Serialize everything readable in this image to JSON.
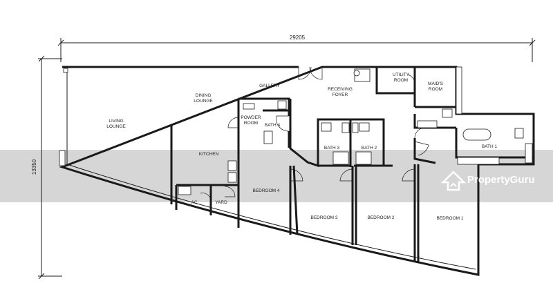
{
  "dimensions": {
    "width": "29205",
    "height": "13350"
  },
  "rooms": {
    "living_lounge": [
      "LIVING",
      "LOUNGE"
    ],
    "dining_lounge": [
      "DINING",
      "LOUNGE"
    ],
    "gallery": "GALLERY",
    "receiving_foyer": [
      "RECEIVING",
      "FOYER"
    ],
    "utility_room": [
      "UTILITY",
      "ROOM"
    ],
    "maids_room": [
      "MAID'S",
      "ROOM"
    ],
    "powder_room": [
      "POWDER",
      "ROOM"
    ],
    "bath_4": "BATH 4",
    "bath_3": "BATH 3",
    "bath_2": "BATH 2",
    "bath_1": "BATH 1",
    "kitchen": "KITCHEN",
    "bedroom_4": "BEDROOM 4",
    "bedroom_3": "BEDROOM 3",
    "bedroom_2": "BEDROOM 2",
    "bedroom_1": "BEDROOM 1",
    "ac": "AC",
    "yard": "YARD"
  },
  "watermark": {
    "text": "PropertyGuru"
  },
  "colors": {
    "band": "#c8c8c8",
    "ink": "#1a1a1a",
    "watermark": "#ffffff"
  }
}
